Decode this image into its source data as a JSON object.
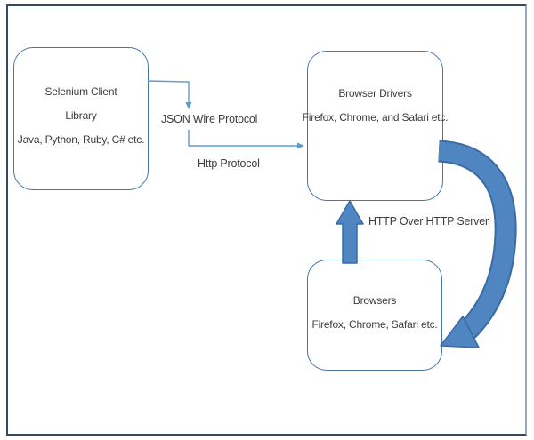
{
  "boxes": {
    "selenium": {
      "line1": "Selenium Client",
      "line2": "Library",
      "line3": "Java, Python, Ruby, C# etc."
    },
    "drivers": {
      "line1": "Browser Drivers",
      "line2": "Firefox, Chrome, and Safari etc."
    },
    "browsers": {
      "line1": "Browsers",
      "line2": "Firefox, Chrome, Safari etc."
    }
  },
  "labels": {
    "json_wire": "JSON Wire Protocol",
    "http_protocol": "Http Protocol",
    "http_over_server": "HTTP Over HTTP Server"
  },
  "colors": {
    "text": "#3d3d3d",
    "box_border": "#4576ab",
    "thin_arrow": "#5b9bd5",
    "thick_fill": "#4f86c2",
    "thick_outline": "#3a6ba3",
    "frame_border": "#334a61",
    "frame_border_right": "#9aa9ba"
  }
}
